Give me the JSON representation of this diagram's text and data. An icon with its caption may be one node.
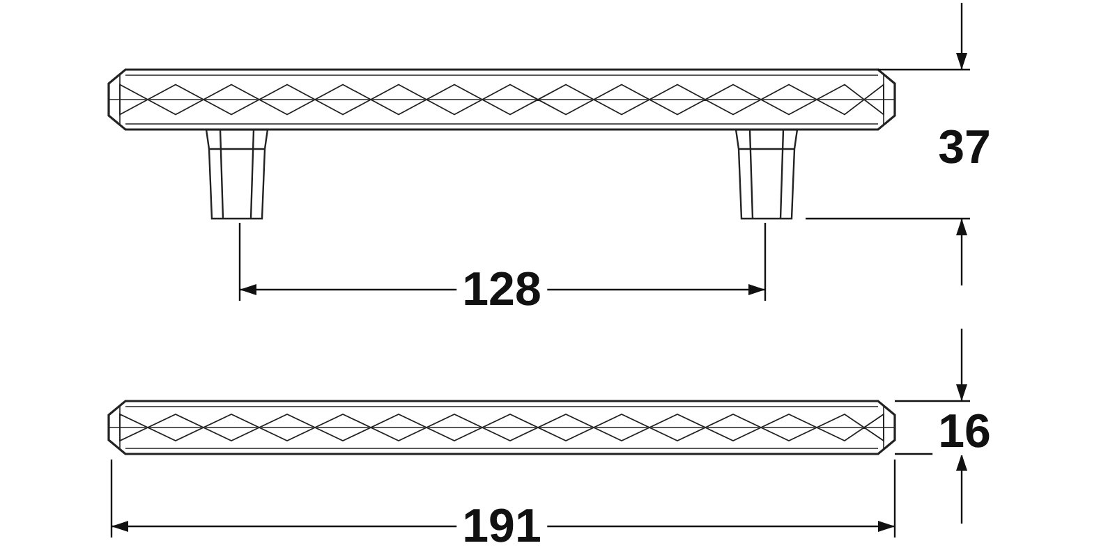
{
  "diagram": {
    "labels": [
      "37",
      "128",
      "16",
      "191"
    ]
  }
}
